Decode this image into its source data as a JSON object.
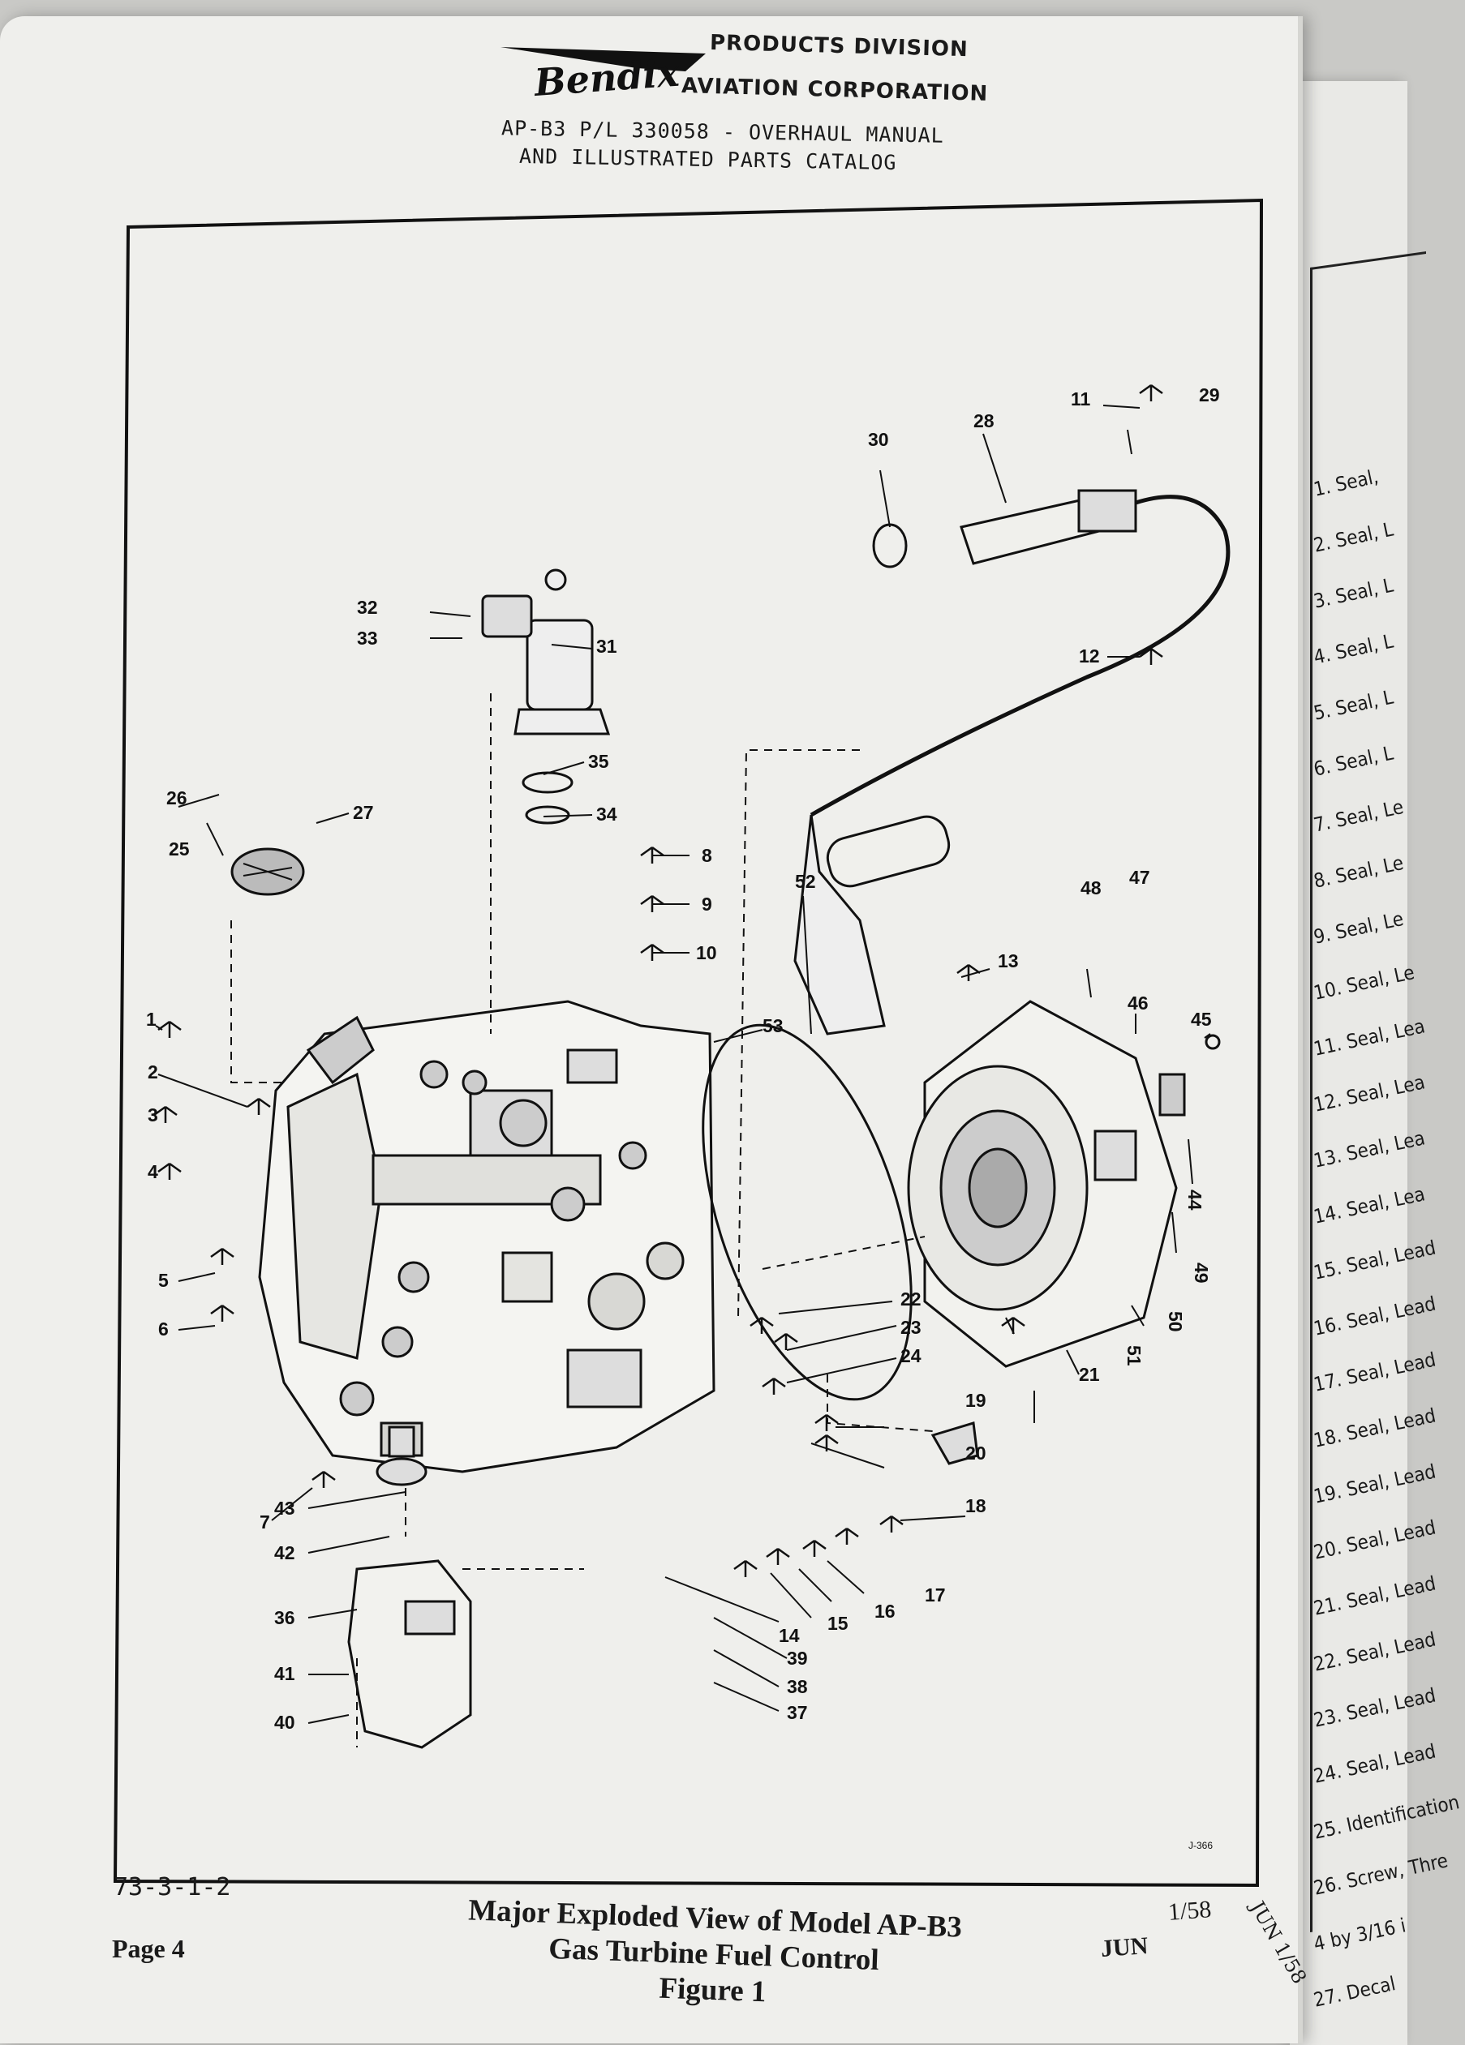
{
  "header": {
    "logo_text": "Bendix",
    "division": "PRODUCTS DIVISION",
    "corporation": "AVIATION CORPORATION",
    "manual_line1": "AP-B3 P/L 330058 - OVERHAUL MANUAL",
    "manual_line2": "AND ILLUSTRATED PARTS CATALOG"
  },
  "figure": {
    "corner_mark": "J-366",
    "callouts": [
      "1",
      "2",
      "3",
      "4",
      "5",
      "6",
      "7",
      "8",
      "9",
      "10",
      "11",
      "12",
      "13",
      "14",
      "15",
      "16",
      "17",
      "18",
      "19",
      "20",
      "21",
      "22",
      "23",
      "24",
      "25",
      "26",
      "27",
      "28",
      "29",
      "30",
      "31",
      "32",
      "33",
      "34",
      "35",
      "36",
      "37",
      "38",
      "39",
      "40",
      "41",
      "42",
      "43",
      "44",
      "45",
      "46",
      "47",
      "48",
      "49",
      "50",
      "51",
      "52",
      "53"
    ]
  },
  "footer": {
    "doc_number": "73-3-1-2",
    "page": "Page 4",
    "caption_line1": "Major Exploded View of Model AP-B3",
    "caption_line2": "Gas Turbine Fuel Control",
    "caption_line3": "Figure 1",
    "date_month": "JUN",
    "date_year": "1/58"
  },
  "right_page": {
    "items": [
      "1. Seal,",
      "2. Seal, L",
      "3. Seal, L",
      "4. Seal, L",
      "5. Seal, L",
      "6. Seal, L",
      "7. Seal, Le",
      "8. Seal, Le",
      "9. Seal, Le",
      "10. Seal, Le",
      "11. Seal, Lea",
      "12. Seal, Lea",
      "13. Seal, Lea",
      "14. Seal, Lea",
      "15. Seal, Lead",
      "16. Seal, Lead",
      "17. Seal, Lead",
      "18. Seal, Lead",
      "19. Seal, Lead",
      "20. Seal, Lead",
      "21. Seal, Lead",
      "22. Seal, Lead",
      "23. Seal, Lead",
      "24. Seal, Lead",
      "25. Identification",
      "26. Screw, Thre",
      "4 by 3/16 i",
      "27. Decal"
    ],
    "date_month": "JUN",
    "date_year": "1/58"
  }
}
